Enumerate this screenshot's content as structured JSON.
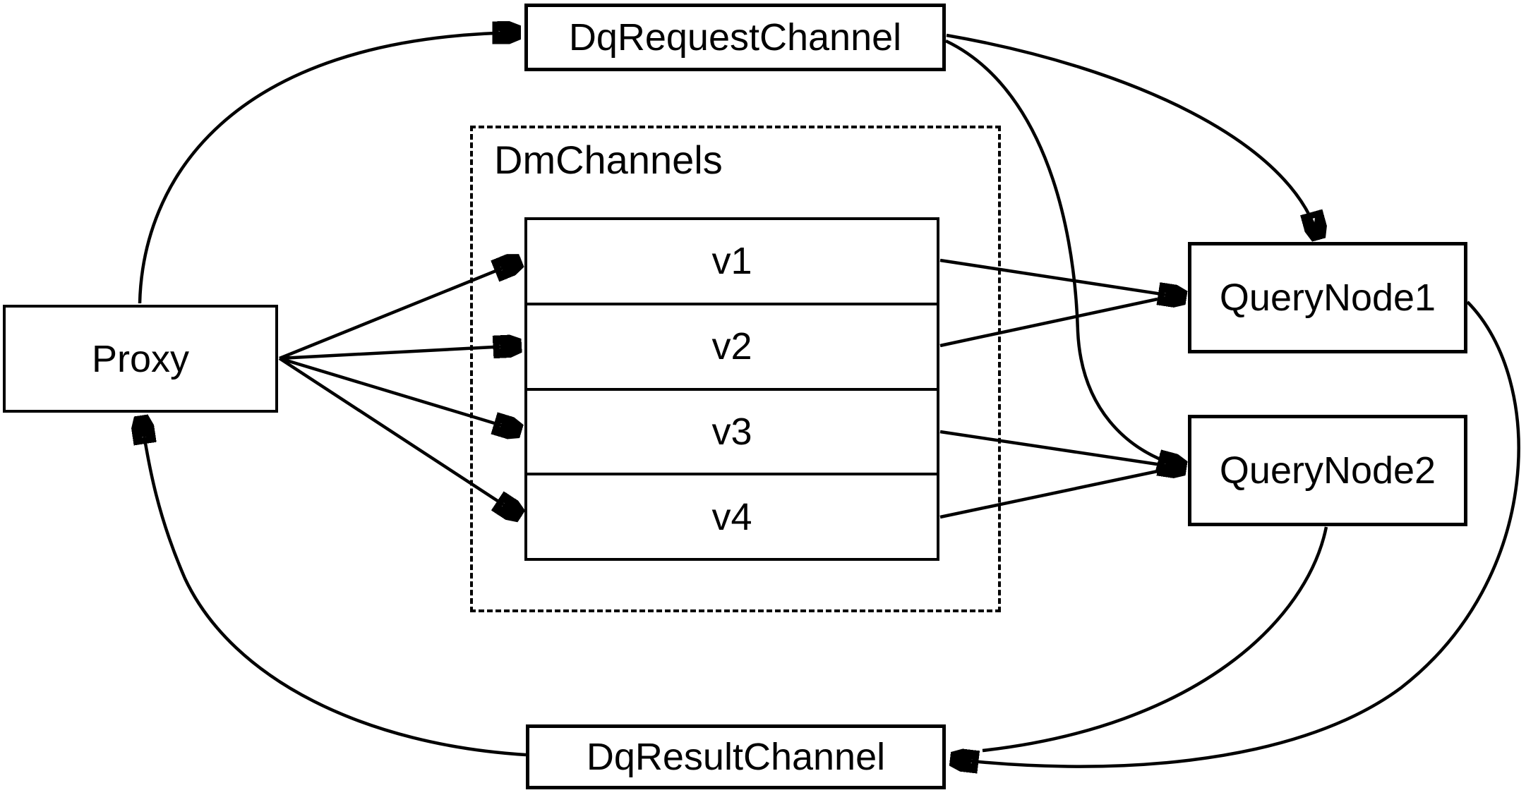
{
  "diagram": {
    "nodes": {
      "proxy": {
        "label": "Proxy"
      },
      "dq_request_channel": {
        "label": "DqRequestChannel"
      },
      "dm_channels": {
        "label": "DmChannels"
      },
      "channels": [
        {
          "label": "v1"
        },
        {
          "label": "v2"
        },
        {
          "label": "v3"
        },
        {
          "label": "v4"
        }
      ],
      "query_node_1": {
        "label": "QueryNode1"
      },
      "query_node_2": {
        "label": "QueryNode2"
      },
      "dq_result_channel": {
        "label": "DqResultChannel"
      }
    },
    "edges": [
      {
        "from": "Proxy",
        "to": "DqRequestChannel"
      },
      {
        "from": "Proxy",
        "to": "v1"
      },
      {
        "from": "Proxy",
        "to": "v2"
      },
      {
        "from": "Proxy",
        "to": "v3"
      },
      {
        "from": "Proxy",
        "to": "v4"
      },
      {
        "from": "DqRequestChannel",
        "to": "QueryNode1"
      },
      {
        "from": "DqRequestChannel",
        "to": "QueryNode2"
      },
      {
        "from": "v1",
        "to": "QueryNode1"
      },
      {
        "from": "v2",
        "to": "QueryNode1"
      },
      {
        "from": "v3",
        "to": "QueryNode2"
      },
      {
        "from": "v4",
        "to": "QueryNode2"
      },
      {
        "from": "QueryNode1",
        "to": "DqResultChannel"
      },
      {
        "from": "QueryNode2",
        "to": "DqResultChannel"
      },
      {
        "from": "DqResultChannel",
        "to": "Proxy"
      }
    ],
    "colors": {
      "stroke": "#000000",
      "background": "#ffffff",
      "node_fill": "#ffffff"
    }
  }
}
